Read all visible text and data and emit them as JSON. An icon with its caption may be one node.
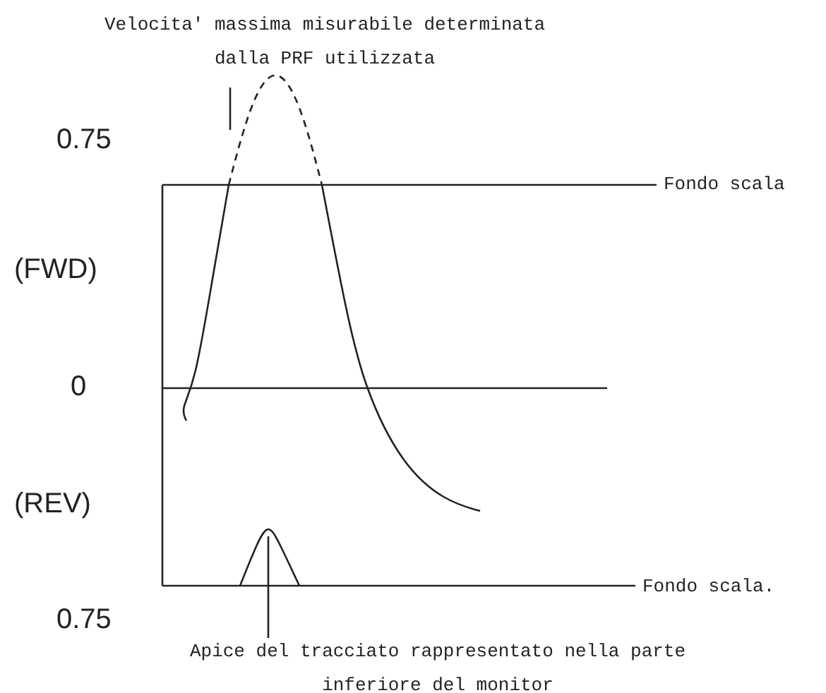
{
  "diagram": {
    "nodes": [
      {
        "text": [
          "Velocita' massima misurabile determinata dalla PRF utilizzata"
        ]
      },
      {
        "text": [
          "Apice del tracciato rappresentato nella parte inferiore del monitor"
        ]
      }
    ],
    "edges": [
      {
        "from": 0,
        "to": null,
        "arrow": "none"
      },
      {
        "from": 1,
        "to": null,
        "arrow": "none"
      }
    ],
    "labels": [
      "0.75",
      "Fondo scala",
      "(FWD)",
      "0",
      "(REV)",
      "Fondo scala.",
      "0.75"
    ]
  }
}
